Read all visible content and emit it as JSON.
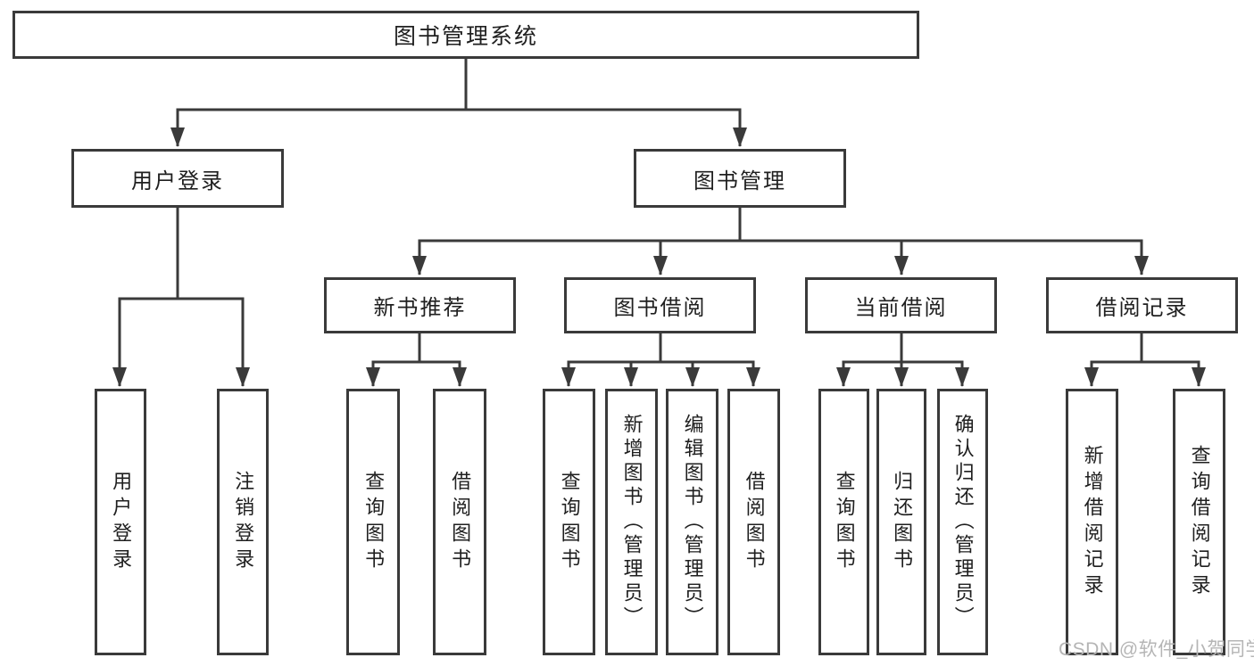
{
  "diagram": {
    "type": "hierarchy",
    "root": {
      "label": "图书管理系统"
    },
    "level2": [
      {
        "label": "用户登录",
        "parent": "图书管理系统"
      },
      {
        "label": "图书管理",
        "parent": "图书管理系统"
      }
    ],
    "level3": [
      {
        "label": "新书推荐",
        "parent": "图书管理"
      },
      {
        "label": "图书借阅",
        "parent": "图书管理"
      },
      {
        "label": "当前借阅",
        "parent": "图书管理"
      },
      {
        "label": "借阅记录",
        "parent": "图书管理"
      }
    ],
    "leaves": [
      {
        "label": "用户登录",
        "parent": "用户登录"
      },
      {
        "label": "注销登录",
        "parent": "用户登录"
      },
      {
        "label": "查询图书",
        "parent": "新书推荐"
      },
      {
        "label": "借阅图书",
        "parent": "新书推荐"
      },
      {
        "label": "查询图书",
        "parent": "图书借阅"
      },
      {
        "label": "新增图书（管理员）",
        "parent": "图书借阅"
      },
      {
        "label": "编辑图书（管理员）",
        "parent": "图书借阅"
      },
      {
        "label": "借阅图书",
        "parent": "图书借阅"
      },
      {
        "label": "查询图书",
        "parent": "当前借阅"
      },
      {
        "label": "归还图书",
        "parent": "当前借阅"
      },
      {
        "label": "确认归还（管理员）",
        "parent": "当前借阅"
      },
      {
        "label": "新增借阅记录",
        "parent": "借阅记录"
      },
      {
        "label": "查询借阅记录",
        "parent": "借阅记录"
      }
    ]
  },
  "watermark": {
    "text": "CSDN @软件_小贺同学"
  },
  "colors": {
    "line": "#3a3a3a",
    "box_border": "#3a3a3a",
    "text": "#1f1f1f",
    "watermark": "#b5b5b5",
    "background": "#ffffff"
  }
}
